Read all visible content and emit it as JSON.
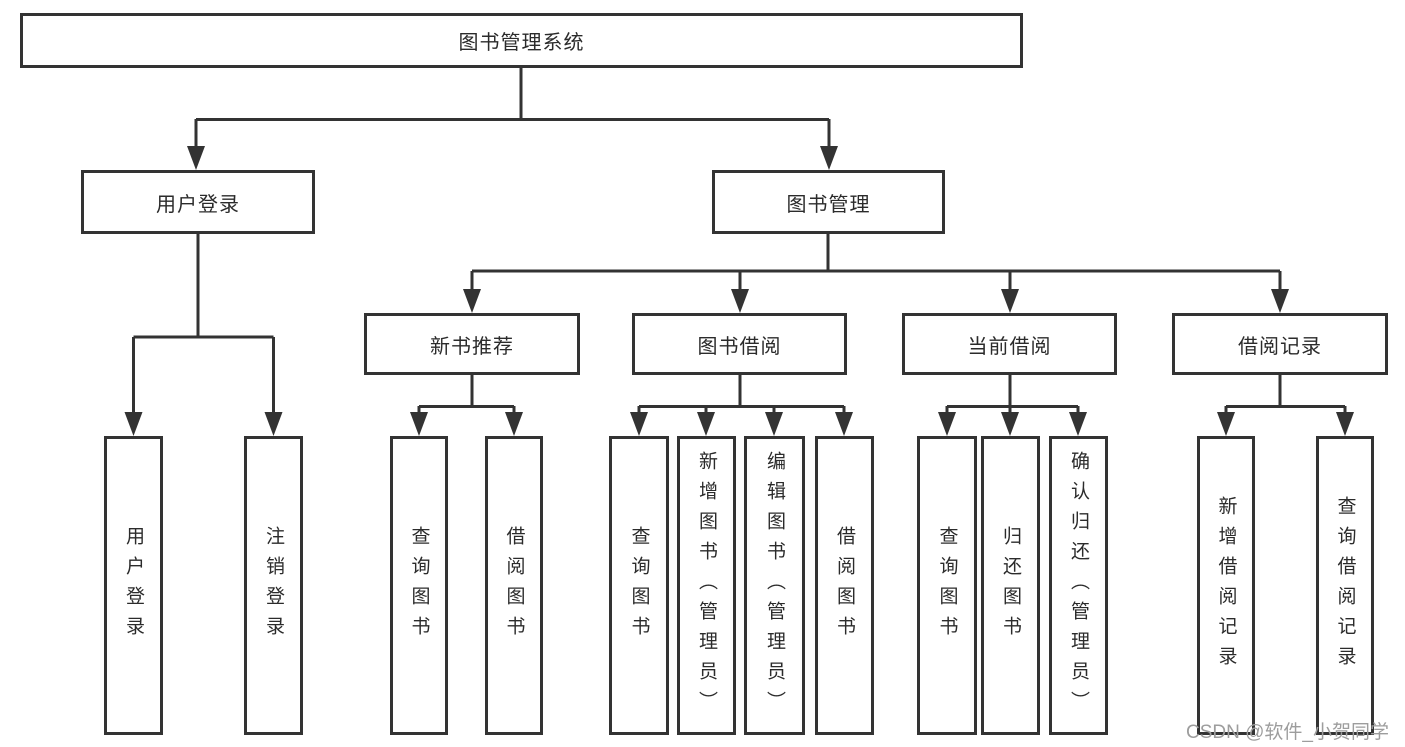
{
  "diagram": {
    "root": "图书管理系统",
    "level2": {
      "user_login": "用户登录",
      "book_mgmt": "图书管理"
    },
    "level3": {
      "new_books": "新书推荐",
      "book_borrow": "图书借阅",
      "current_borrow": "当前借阅",
      "borrow_records": "借阅记录"
    },
    "leaves": {
      "user_login": "用户登录",
      "logout": "注销登录",
      "nb_query": "查询图书",
      "nb_borrow": "借阅图书",
      "bb_query": "查询图书",
      "bb_add": "新增图书（管理员）",
      "bb_edit": "编辑图书（管理员）",
      "bb_borrow": "借阅图书",
      "cb_query": "查询图书",
      "cb_return": "归还图书",
      "cb_confirm": "确认归还（管理员）",
      "br_add": "新增借阅记录",
      "br_query": "查询借阅记录"
    },
    "colors": {
      "line": "#333333",
      "text": "#2b2b2b",
      "watermark": "#9d9d9d"
    },
    "watermark": "CSDN @软件_小贺同学"
  }
}
